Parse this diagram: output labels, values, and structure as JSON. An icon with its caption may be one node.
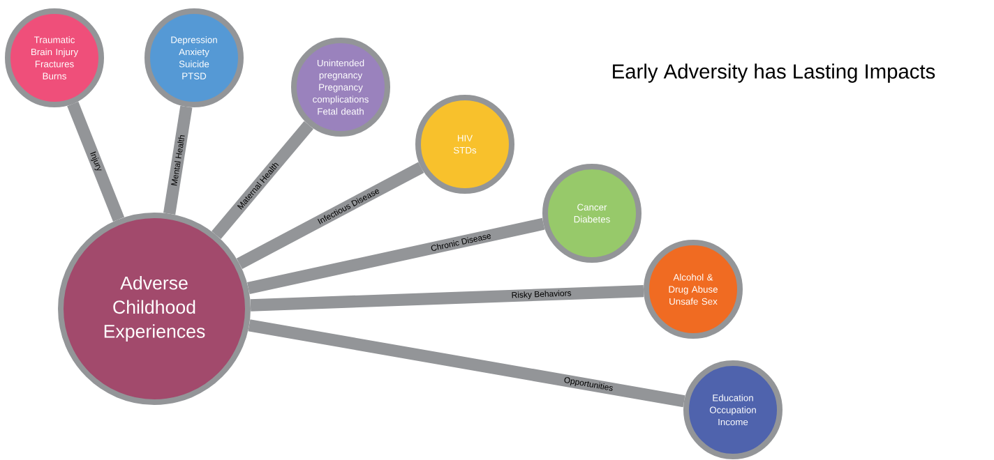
{
  "diagram": {
    "title": "Early Adversity has Lasting Impacts",
    "nodes": [
      {
        "text": [
          "Adverse Childhood Experiences"
        ]
      },
      {
        "text": [
          "Traumatic Brain Injury",
          "Fractures",
          "Burns"
        ]
      },
      {
        "text": [
          "Depression",
          "Anxiety",
          "Suicide",
          "PTSD"
        ]
      },
      {
        "text": [
          "Unintended pregnancy",
          "Pregnancy complications",
          "Fetal death"
        ]
      },
      {
        "text": [
          "HIV",
          "STDs"
        ]
      },
      {
        "text": [
          "Cancer",
          "Diabetes"
        ]
      },
      {
        "text": [
          "Alcohol & Drug Abuse",
          "Unsafe Sex"
        ]
      },
      {
        "text": [
          "Education",
          "Occupation",
          "Income"
        ]
      }
    ],
    "edges": [
      {
        "from": 0,
        "to": 1,
        "arrow": "none",
        "label": "Injury"
      },
      {
        "from": 0,
        "to": 2,
        "arrow": "none",
        "label": "Mental Health"
      },
      {
        "from": 0,
        "to": 3,
        "arrow": "none",
        "label": "Maternal Health"
      },
      {
        "from": 0,
        "to": 4,
        "arrow": "none",
        "label": "Infectious Disease"
      },
      {
        "from": 0,
        "to": 5,
        "arrow": "none",
        "label": "Chronic Disease"
      },
      {
        "from": 0,
        "to": 6,
        "arrow": "none",
        "label": "Risky Behaviors"
      },
      {
        "from": 0,
        "to": 7,
        "arrow": "none",
        "label": "Opportunities"
      }
    ]
  }
}
